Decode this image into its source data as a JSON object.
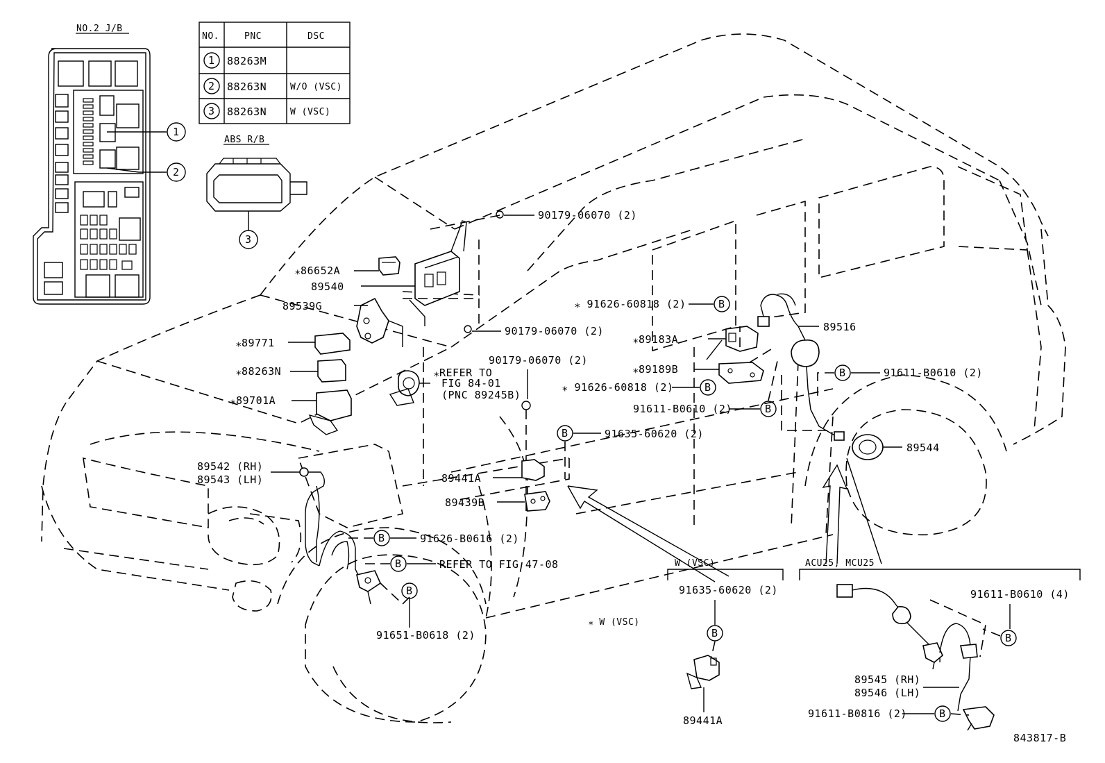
{
  "fuse_box": {
    "title": "NO.2 J/B",
    "callouts": [
      "1",
      "2"
    ]
  },
  "abs_rb": {
    "title": "ABS R/B",
    "callout": "3"
  },
  "pnc_table": {
    "headers": [
      "NO.",
      "PNC",
      "DSC"
    ],
    "rows": [
      {
        "no": "1",
        "pnc": "88263M",
        "dsc": ""
      },
      {
        "no": "2",
        "pnc": "88263N",
        "dsc": "W/O (VSC)"
      },
      {
        "no": "3",
        "pnc": "88263N",
        "dsc": "W (VSC)"
      }
    ]
  },
  "labels": {
    "p90179_top": "90179-06070 (2)",
    "p86652A": "⁎86652A",
    "p89540": "89540",
    "p89539G": "89539G",
    "p89771": "⁎89771",
    "p88263N": "⁎88263N",
    "p89701A": "⁎89701A",
    "p90179_mid": "90179-06070 (2)",
    "p90179_low": "90179-06070 (2)",
    "refer_84_1": "⁎REFER TO",
    "refer_84_2": "FIG 84-01",
    "refer_84_3": "(PNC 89245B)",
    "p91626_a": "⁎ 91626-60818 (2)",
    "p89183A": "⁎89183A",
    "p89189B": "⁎89189B",
    "p91626_b": "⁎ 91626-60818 (2)",
    "p91611_a": "91611-B0610 (2)",
    "p91635": "91635-60620 (2)",
    "p89516": "89516",
    "p91611_b": "91611-B0610 (2)",
    "p89544": "89544",
    "p89542": "89542 (RH)",
    "p89543": "89543 (LH)",
    "p89441A": "89441A",
    "p89439B": "89439B",
    "p91626_c": "91626-B0616 (2)",
    "refer_47": "REFER TO FIG 47-08",
    "p91651": "91651-B0618 (2)",
    "wvsc_note": "⁎ W (VSC)",
    "inset_wvsc_title": "W (VSC)",
    "inset_wvsc_part": "91635-60620 (2)",
    "inset_wvsc_sensor": "89441A",
    "inset_acu_title": "ACU25, MCU25",
    "inset_acu_clip": "91611-B0610 (4)",
    "inset_acu_rh": "89545 (RH)",
    "inset_acu_lh": "89546 (LH)",
    "inset_acu_bolt": "91611-B0816 (2)",
    "figure_number": "843817-B",
    "bolt_marker": "B"
  },
  "icons": [
    "circle-callout-icon",
    "bolt-marker-icon"
  ]
}
